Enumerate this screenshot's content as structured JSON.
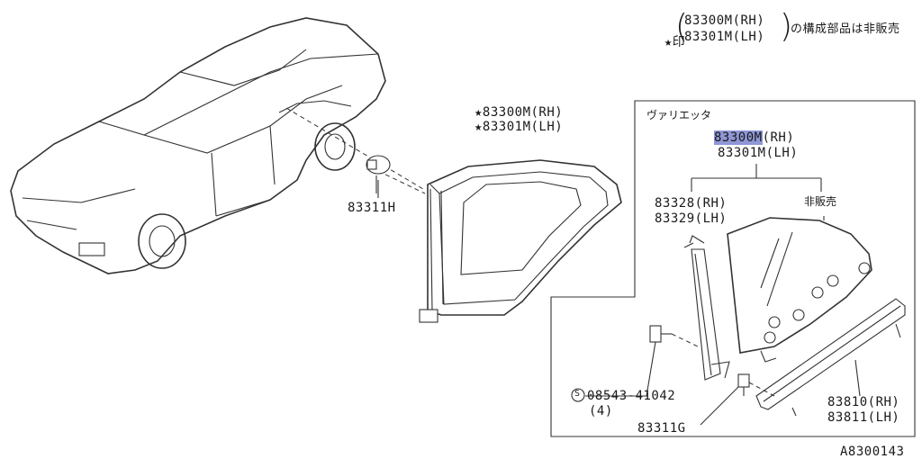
{
  "note": {
    "star": "★",
    "mark": "印",
    "part_rh": "83300M(RH)",
    "part_lh": "83301M(LH)",
    "text": "の構成部品は非販売"
  },
  "main_parts": {
    "line1": "★83300M(RH)",
    "line2": "★83301M(LH)"
  },
  "clip": "83311H",
  "inset": {
    "title": "ヴァリエッタ",
    "assy_rh_highlight": "83300M",
    "assy_rh_rest": "(RH)",
    "assy_lh": "83301M(LH)",
    "trim_rh": "83328(RH)",
    "trim_lh": "83329(LH)",
    "not_sold": "非販売",
    "screw_part": "08543-41042",
    "screw_qty": "(4)",
    "clip_g": "83311G",
    "mold_rh": "83810(RH)",
    "mold_lh": "83811(LH)"
  },
  "diagram_id": "A8300143",
  "icons": {
    "s_circle": "S"
  }
}
